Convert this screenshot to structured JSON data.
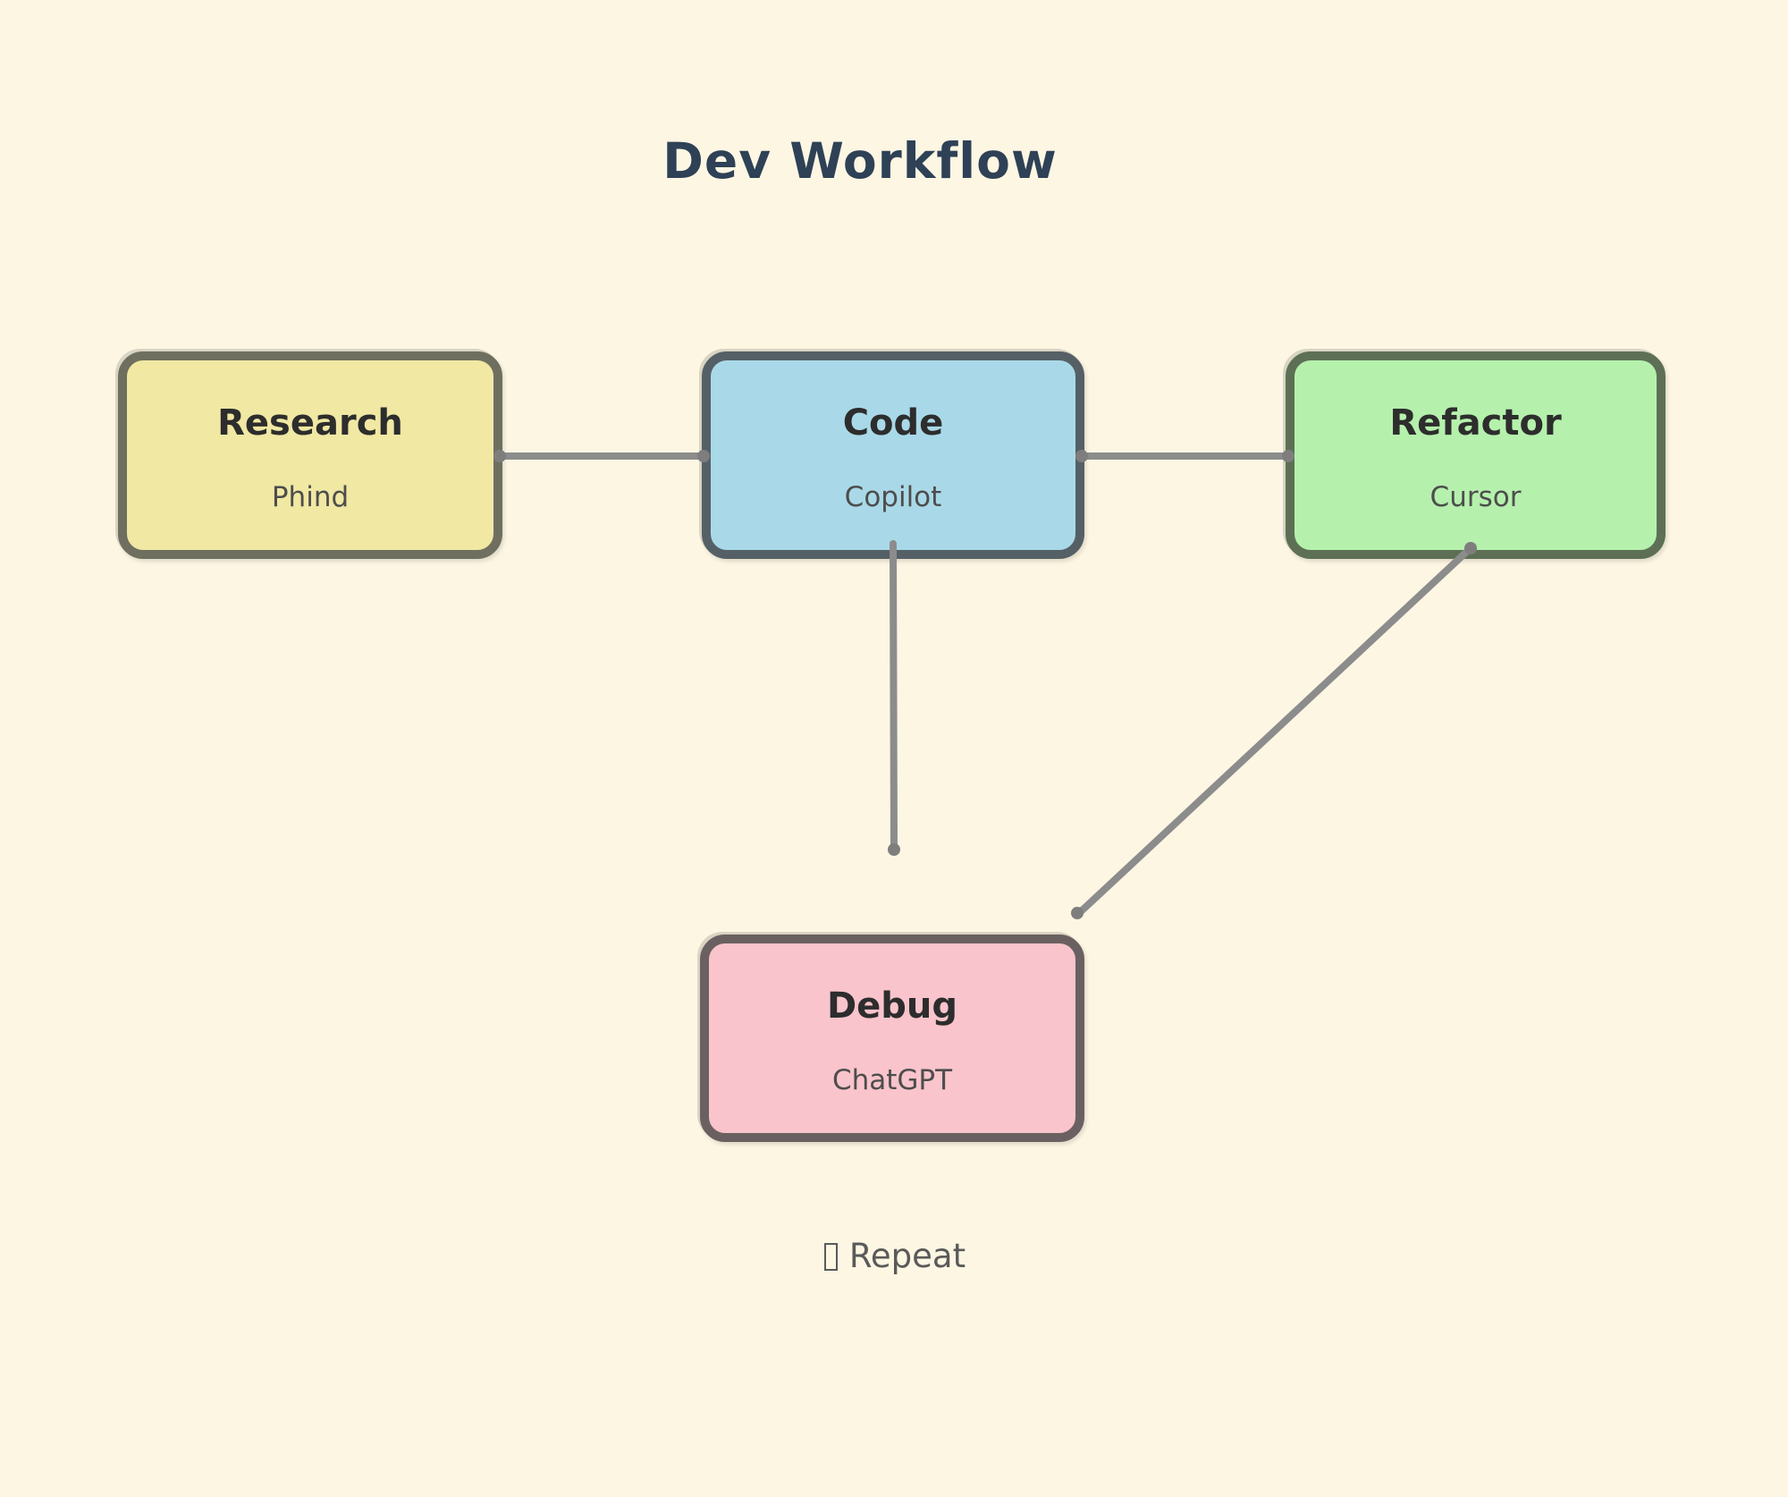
{
  "diagram": {
    "type": "flowchart",
    "title": "Dev Workflow",
    "background_color": "#FDF6E3",
    "title_color": "#2E4156",
    "edge_color": "#8C8C8C",
    "edge_dot_color": "#7E7E7E",
    "nodes": [
      {
        "id": "research",
        "label": "Research",
        "tool": "Phind",
        "fill": "#F0E8A3",
        "border": "#6F6F60"
      },
      {
        "id": "code",
        "label": "Code",
        "tool": "Copilot",
        "fill": "#A9D9E8",
        "border": "#556066"
      },
      {
        "id": "refactor",
        "label": "Refactor",
        "tool": "Cursor",
        "fill": "#B5F1AD",
        "border": "#5D7055"
      },
      {
        "id": "debug",
        "label": "Debug",
        "tool": "ChatGPT",
        "fill": "#F9C4CB",
        "border": "#6B6061"
      }
    ],
    "connections": [
      {
        "from": "Research",
        "to": "Code"
      },
      {
        "from": "Code",
        "to": "Refactor"
      },
      {
        "from": "Code",
        "to": "Debug"
      },
      {
        "from": "Refactor",
        "to": "Debug"
      }
    ],
    "footer": {
      "icon": "missing-glyph-tofu",
      "label": "Repeat"
    }
  }
}
